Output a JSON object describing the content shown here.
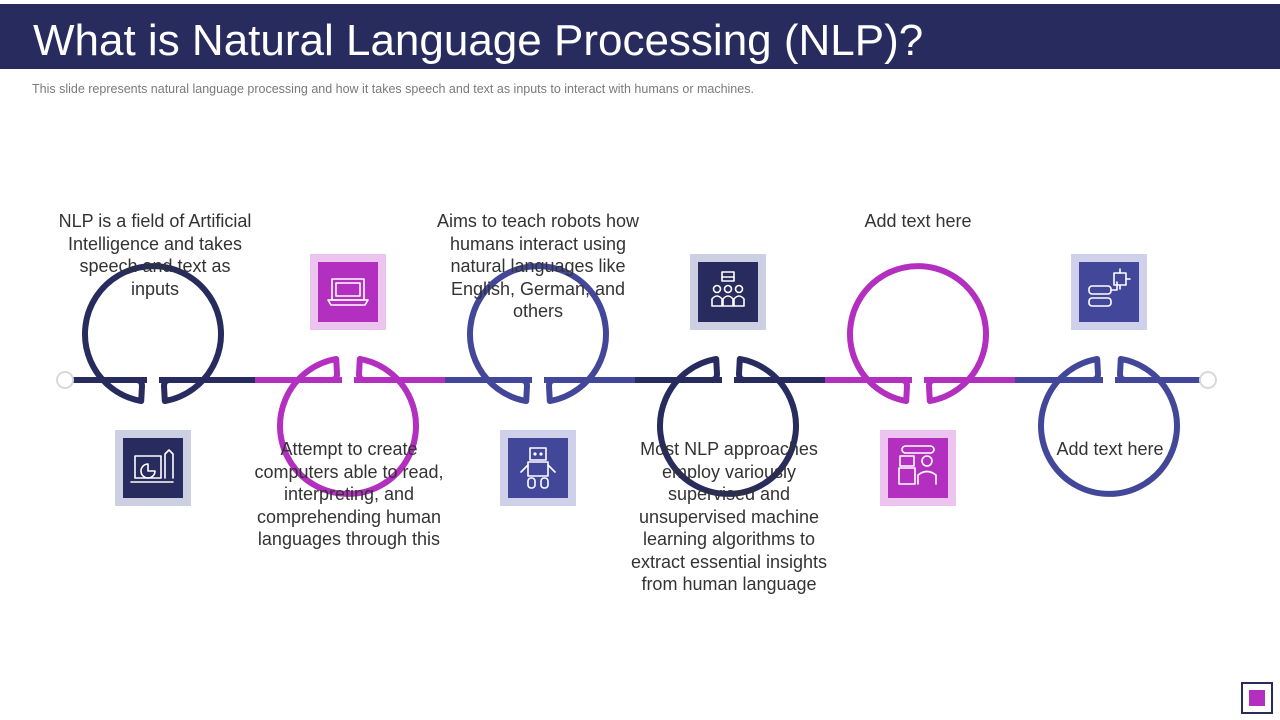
{
  "slide": {
    "title": "What is Natural Language Processing (NLP)?",
    "subtitle": "This slide represents natural language processing and how it takes speech and text as inputs to interact with humans or machines."
  },
  "colors": {
    "header": "#272b5e",
    "navy": "#272b5e",
    "magenta": "#b22fbf",
    "blue": "#434799"
  },
  "steps": [
    {
      "id": "step-1",
      "position": "bottom",
      "color": "navy",
      "icon": "presentation-chart-icon",
      "text": ""
    },
    {
      "id": "step-2",
      "position": "top",
      "color": "magenta",
      "icon": "laptop-icon",
      "text": ""
    },
    {
      "id": "step-3",
      "position": "bottom",
      "color": "blue",
      "icon": "robot-icon",
      "text": ""
    },
    {
      "id": "step-4",
      "position": "top",
      "color": "navy",
      "icon": "team-meeting-icon",
      "text": ""
    },
    {
      "id": "step-5",
      "position": "bottom",
      "color": "magenta",
      "icon": "human-robot-interaction-icon",
      "text": ""
    },
    {
      "id": "step-6",
      "position": "top",
      "color": "blue",
      "icon": "chat-chip-icon",
      "text": ""
    }
  ],
  "texts": {
    "top_1": "NLP is a field of Artificial Intelligence and takes speech and text as inputs",
    "top_2": "Aims to teach robots how humans interact using natural languages like English, German, and others",
    "top_3": "Add text here",
    "bottom_1": "Attempt to create computers able to read, interpreting, and comprehending human languages through this",
    "bottom_2": "Most NLP approaches employ variously supervised and unsupervised machine learning algorithms to extract essential insights from human language",
    "bottom_3": "Add text here"
  }
}
